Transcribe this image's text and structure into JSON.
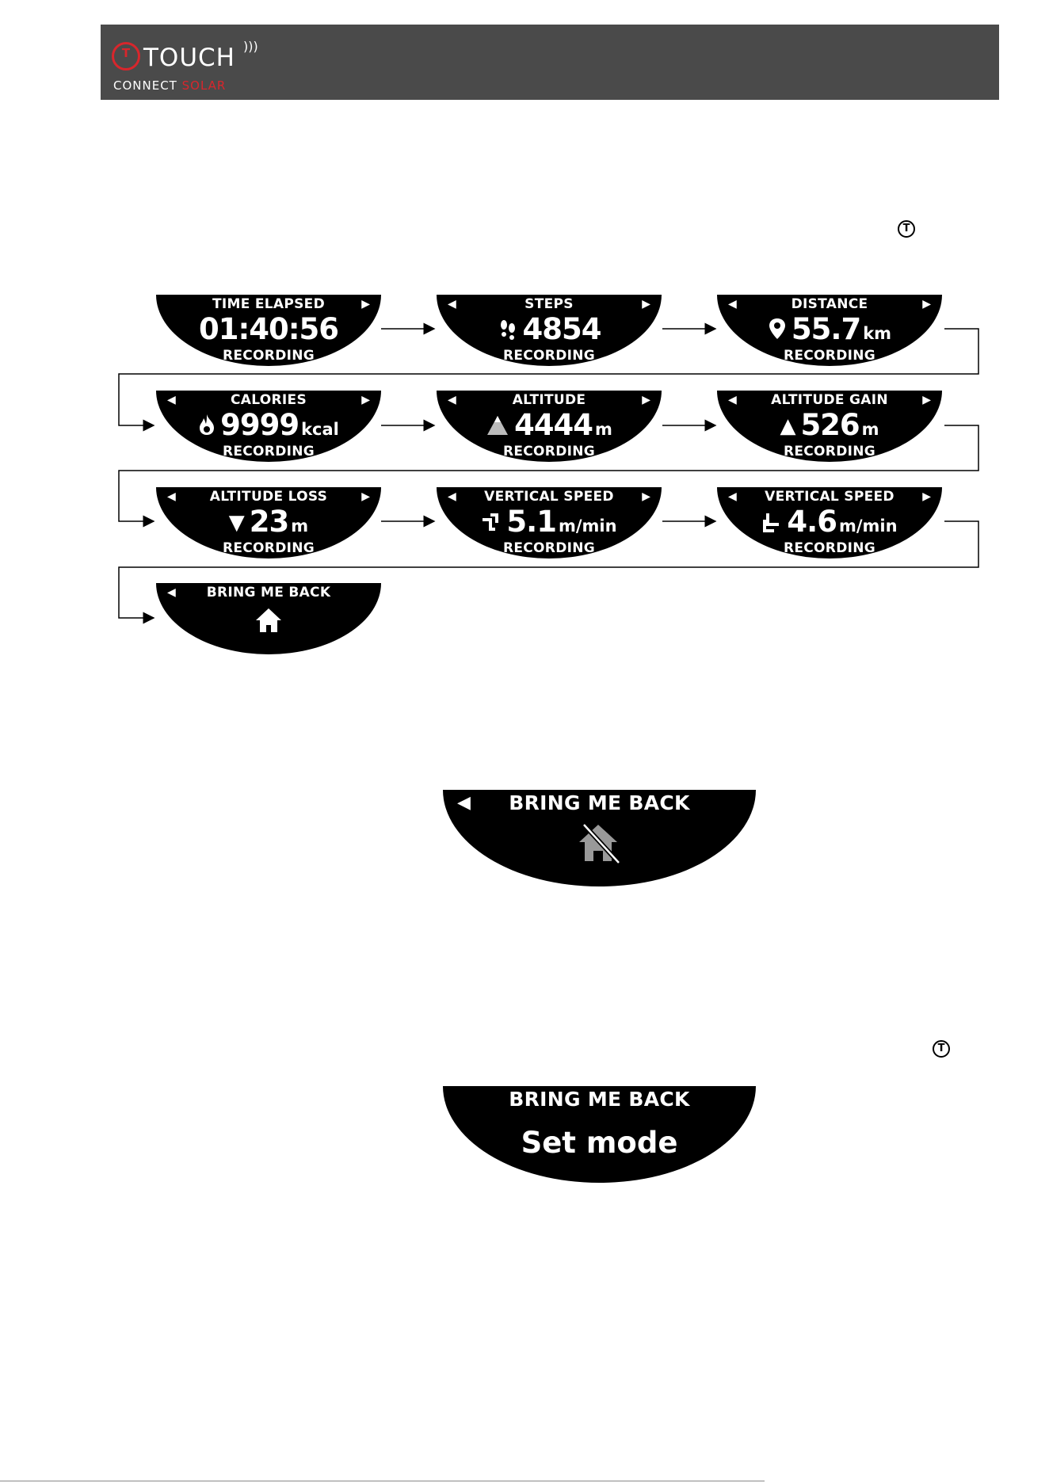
{
  "header": {
    "brand": "TOUCH",
    "subtitle_part1": "CONNECT ",
    "subtitle_part2": "SOLAR",
    "colors": {
      "bar": "#4a4a4a",
      "accent": "#d8262c"
    }
  },
  "t_button": {
    "glyph": "T",
    "icon": "t-button-icon"
  },
  "screens": [
    {
      "title": "TIME ELAPSED",
      "value": "01:40:56",
      "unit": "",
      "symbol": "",
      "status": "RECORDING",
      "left_arrow": "",
      "right_arrow": "▶"
    },
    {
      "title": "STEPS",
      "value": "4854",
      "unit": "",
      "symbol": "👣",
      "status": "RECORDING",
      "left_arrow": "◀",
      "right_arrow": "▶"
    },
    {
      "title": "DISTANCE",
      "value": "55.7",
      "unit": "km",
      "symbol": "⚲",
      "status": "RECORDING",
      "left_arrow": "◀",
      "right_arrow": "▶"
    },
    {
      "title": "CALORIES",
      "value": "9999",
      "unit": "kcal",
      "symbol": "🔥",
      "status": "RECORDING",
      "left_arrow": "◀",
      "right_arrow": "▶"
    },
    {
      "title": "ALTITUDE",
      "value": "4444",
      "unit": "m",
      "symbol": "▲",
      "status": "RECORDING",
      "left_arrow": "◀",
      "right_arrow": "▶"
    },
    {
      "title": "ALTITUDE GAIN",
      "value": "526",
      "unit": "m",
      "symbol": "▲",
      "status": "RECORDING",
      "left_arrow": "◀",
      "right_arrow": "▶"
    },
    {
      "title": "ALTITUDE LOSS",
      "value": "23",
      "unit": "m",
      "symbol": "▼",
      "status": "RECORDING",
      "left_arrow": "◀",
      "right_arrow": "▶"
    },
    {
      "title": "VERTICAL SPEED",
      "value": "5.1",
      "unit": "m/min",
      "symbol": "⌝",
      "status": "RECORDING",
      "left_arrow": "◀",
      "right_arrow": "▶"
    },
    {
      "title": "VERTICAL SPEED",
      "value": "4.6",
      "unit": "m/min",
      "symbol": "⌟",
      "status": "RECORDING",
      "left_arrow": "◀",
      "right_arrow": "▶"
    },
    {
      "title": "BRING ME BACK",
      "value": "",
      "unit": "",
      "symbol": "⌂",
      "status": "",
      "left_arrow": "◀",
      "right_arrow": ""
    }
  ],
  "bring_me_back_disabled": {
    "title": "BRING ME BACK",
    "left_arrow": "◀"
  },
  "bring_me_back_set": {
    "title": "BRING ME BACK",
    "value": "Set mode"
  }
}
